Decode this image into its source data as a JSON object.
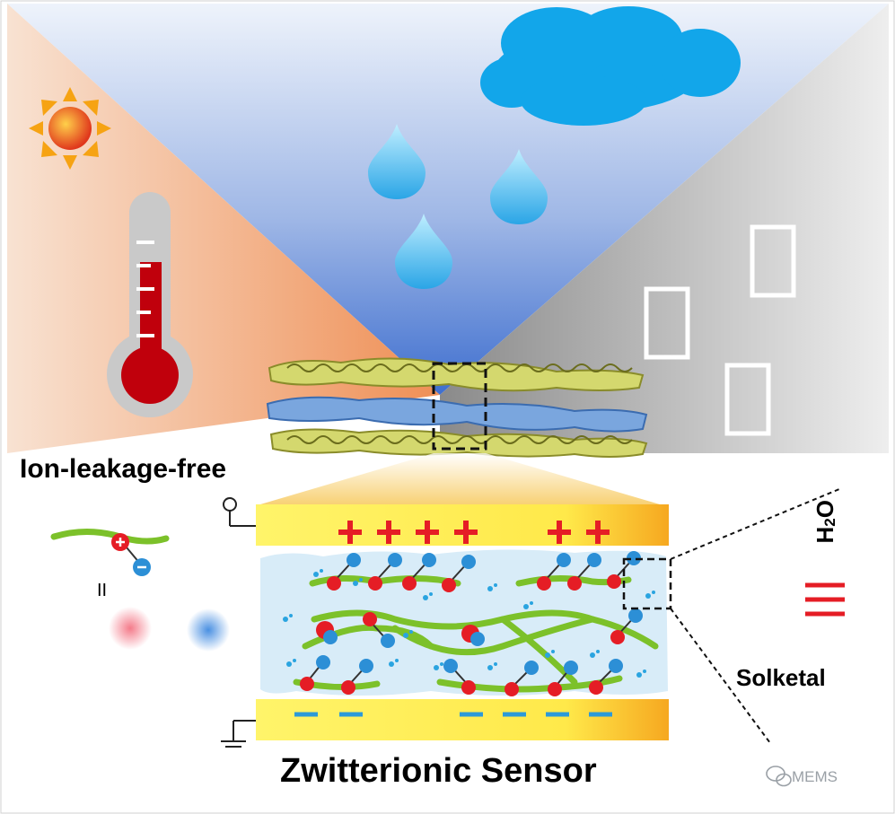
{
  "labels": {
    "ion_leakage_free": "Ion-leakage-free",
    "zwitterionic_sensor": "Zwitterionic Sensor",
    "solketal": "Solketal",
    "h2o_main": "H",
    "h2o_sub": "2",
    "h2o_tail": "O",
    "equivalence_sign": "II",
    "watermark": "MEMS"
  },
  "top_electrode_charges": [
    "+",
    "+",
    "+",
    "+",
    "+",
    "+"
  ],
  "bottom_electrode_charges": [
    "−",
    "−",
    "−",
    "−",
    "−",
    "−"
  ],
  "icons": [
    "sun-icon",
    "thermometer-icon",
    "cloud-icon",
    "water-drop-icon",
    "building-icon",
    "wechat-icon"
  ],
  "colors": {
    "sky_top": "#3f6fcf",
    "warm_panel": "#ef8f55",
    "gray_panel": "#8e8e8e",
    "electrode": "#fff14a",
    "electrode_edge": "#f5a623",
    "electrolyte": "#d8ecf8",
    "polymer_chain": "#7cc12a",
    "cation": "#e51d25",
    "anion": "#2c8fd6",
    "water": "#2aa4e0",
    "cloud": "#12a6ea"
  }
}
